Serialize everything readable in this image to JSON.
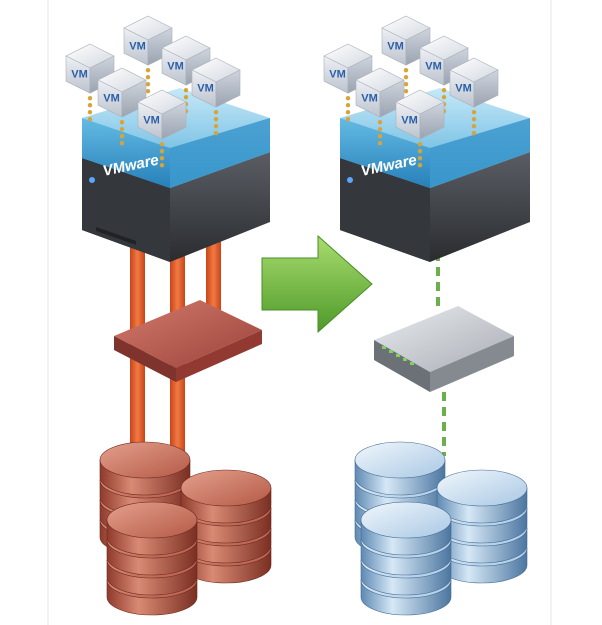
{
  "vm_label": "VM",
  "hypervisor_label": "VMware",
  "colors": {
    "vm_cube": "#dfe3ea",
    "vm_text": "#2a5fa8",
    "hypervisor_slab": "#6fc3e8",
    "server_body": "#3a3d42",
    "legacy_link": "#e2582a",
    "legacy_switch": "#b4524a",
    "legacy_disk": "#c4614f",
    "modern_link": "#6ab04c",
    "modern_switch": "#9ea2a8",
    "modern_disk": "#9cc3e4",
    "arrow": "#6dbb3b"
  },
  "left_stack": {
    "vm_count": 6,
    "disk_count": 3
  },
  "right_stack": {
    "vm_count": 6,
    "disk_count": 3
  }
}
